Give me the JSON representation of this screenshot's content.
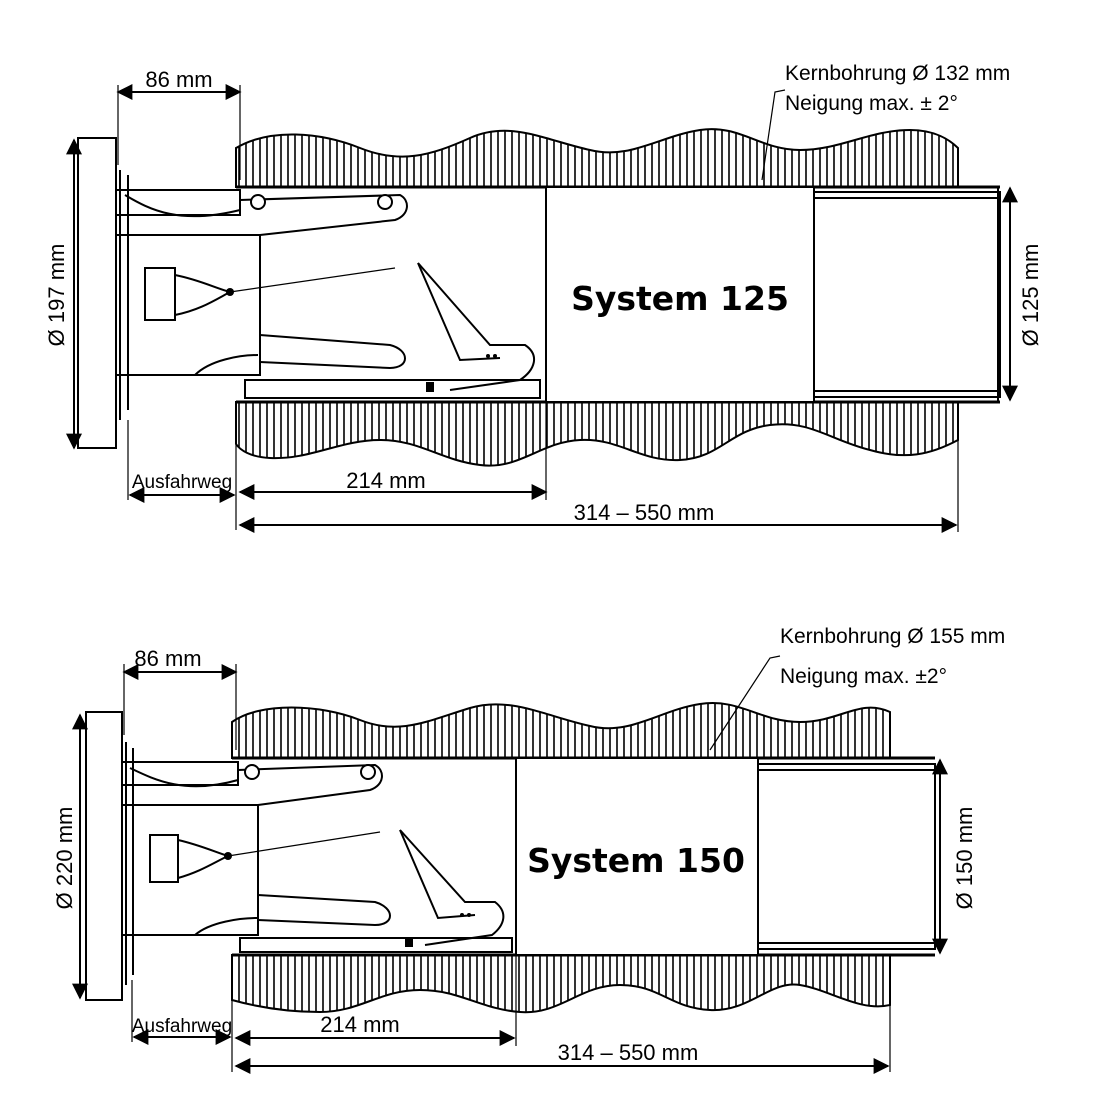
{
  "diagrams": [
    {
      "system_label": "System 125",
      "dim_width_top": "86 mm",
      "dim_outer_diameter": "Ø 197 mm",
      "dim_inner_diameter": "Ø 125 mm",
      "dim_retract_label": "Ausfahrweg",
      "dim_length_unit": "214 mm",
      "dim_length_range": "314 – 550 mm",
      "note_line1": "Kernbohrung Ø 132 mm",
      "note_line2": "Neigung max. ± 2°"
    },
    {
      "system_label": "System 150",
      "dim_width_top": "86 mm",
      "dim_outer_diameter": "Ø 220 mm",
      "dim_inner_diameter": "Ø 150 mm",
      "dim_retract_label": "Ausfahrweg",
      "dim_length_unit": "214 mm",
      "dim_length_range": "314 – 550 mm",
      "note_line1": "Kernbohrung Ø 155 mm",
      "note_line2": "Neigung max. ±2°"
    }
  ]
}
